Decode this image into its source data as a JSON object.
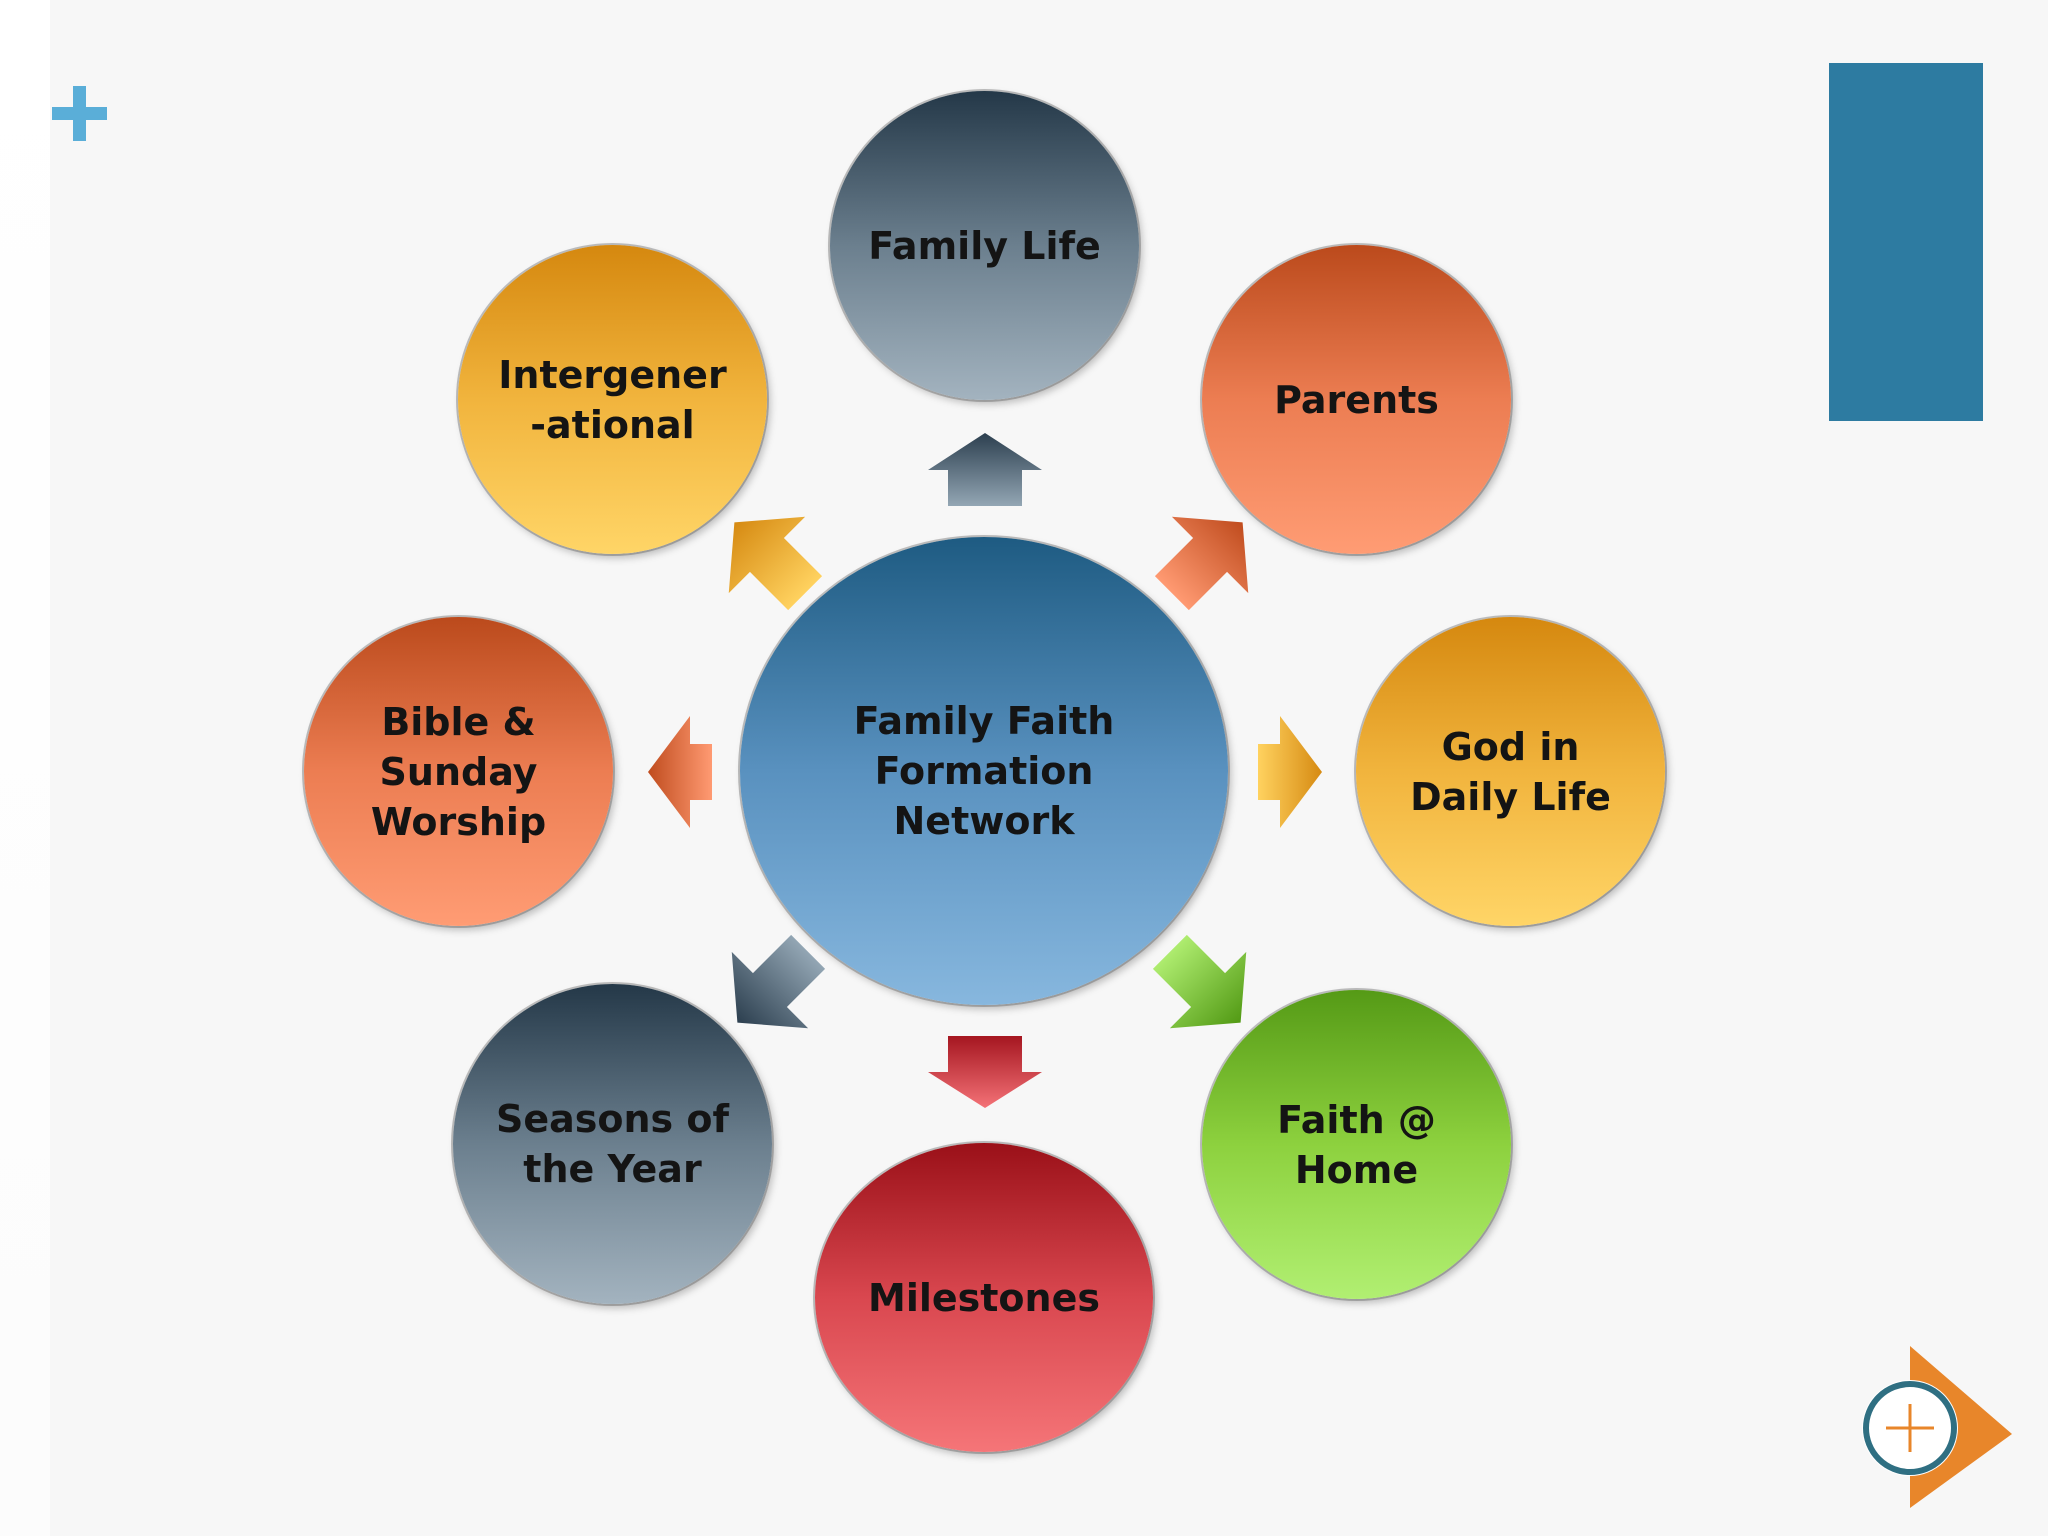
{
  "diagram": {
    "center": {
      "label": "Family Faith\nFormation\nNetwork"
    },
    "nodes": [
      {
        "id": "family-life",
        "label": "Family Life"
      },
      {
        "id": "parents",
        "label": "Parents"
      },
      {
        "id": "god-in-daily-life",
        "label": "God in\nDaily Life"
      },
      {
        "id": "faith-at-home",
        "label": "Faith @\nHome"
      },
      {
        "id": "milestones",
        "label": "Milestones"
      },
      {
        "id": "seasons-of-the-year",
        "label": "Seasons of\nthe Year"
      },
      {
        "id": "bible-sunday-worship",
        "label": "Bible &\nSunday\nWorship"
      },
      {
        "id": "intergenerational",
        "label": "Intergener\n-ational"
      }
    ]
  },
  "colors": {
    "accent_plus": "#5aaed8",
    "blue_block": "#2d7ba1",
    "center_blue": "#5991bf",
    "slate": "#6b7f8e",
    "orange": "#ec7d52",
    "gold": "#f1b43d",
    "green": "#8dd13e",
    "red": "#d9474f",
    "logo_orange": "#e8862a",
    "logo_teal": "#2f6f82"
  },
  "icons": {
    "top_left": "plus-icon",
    "bottom_right": "play-plus-logo-icon"
  }
}
